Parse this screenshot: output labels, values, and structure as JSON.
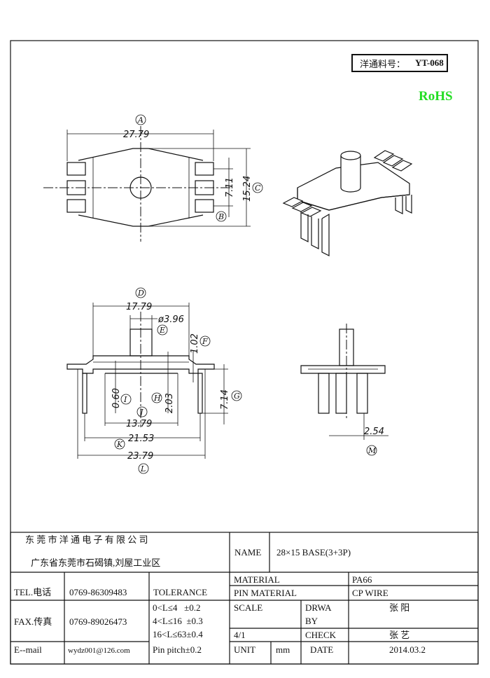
{
  "header": {
    "part_no_label": "洋通料号：",
    "part_no": "YT-068",
    "rohs": "RoHS",
    "rohs_color": "#22dd22"
  },
  "top_view": {
    "dims": {
      "width": "27.79",
      "pitch": "7.11",
      "depth": "15.24"
    },
    "labels": {
      "a": "A",
      "b": "B",
      "c": "C"
    }
  },
  "front_view": {
    "dims": {
      "body": "17.79",
      "pillar_dia": "ø3.96",
      "flange": "1.02",
      "pin_len": "7.14",
      "thick": "0.60",
      "pillar_h": "2.03",
      "inner": "13.79",
      "pin_span": "21.53",
      "overall": "23.79"
    },
    "labels": {
      "d": "D",
      "e": "E",
      "f": "F",
      "g": "G",
      "i": "I",
      "h": "H",
      "j": "J",
      "k": "K",
      "l": "L"
    }
  },
  "side_view": {
    "dims": {
      "pitch": "2.54"
    },
    "labels": {
      "m": "M"
    }
  },
  "title_block": {
    "company": "东 莞 市 洋 通 电 子 有 限 公 司",
    "address": "广东省东莞市石碣镇,刘屋工业区",
    "name_label": "NAME",
    "name_value": "28×15 BASE(3+3P)",
    "tel_label": "TEL.电话",
    "tel_value": "0769-86309483",
    "fax_label": "FAX.传真",
    "fax_value": "0769-89026473",
    "email_label": "E--mail",
    "email_value": "wydz001@126.com",
    "tolerance_label": "TOLERANCE",
    "tolerances": [
      "0<L≤4   ±0.2",
      "4<L≤16  ±0.3",
      "16<L≤63±0.4",
      "Pin pitch±0.2"
    ],
    "material_label": "MATERIAL",
    "material_value": "PA66",
    "pin_material_label": "PIN MATERIAL",
    "pin_material_value": "CP WIRE",
    "scale_label": "SCALE",
    "scale_value": "4/1",
    "drawn_label_1": "DRWA",
    "drawn_label_2": "BY",
    "drawn_value": "张 阳",
    "check_label": "CHECK",
    "check_value": "张 艺",
    "unit_label": "UNIT",
    "unit_value": "mm",
    "date_label": "DATE",
    "date_value": "2014.03.2"
  }
}
